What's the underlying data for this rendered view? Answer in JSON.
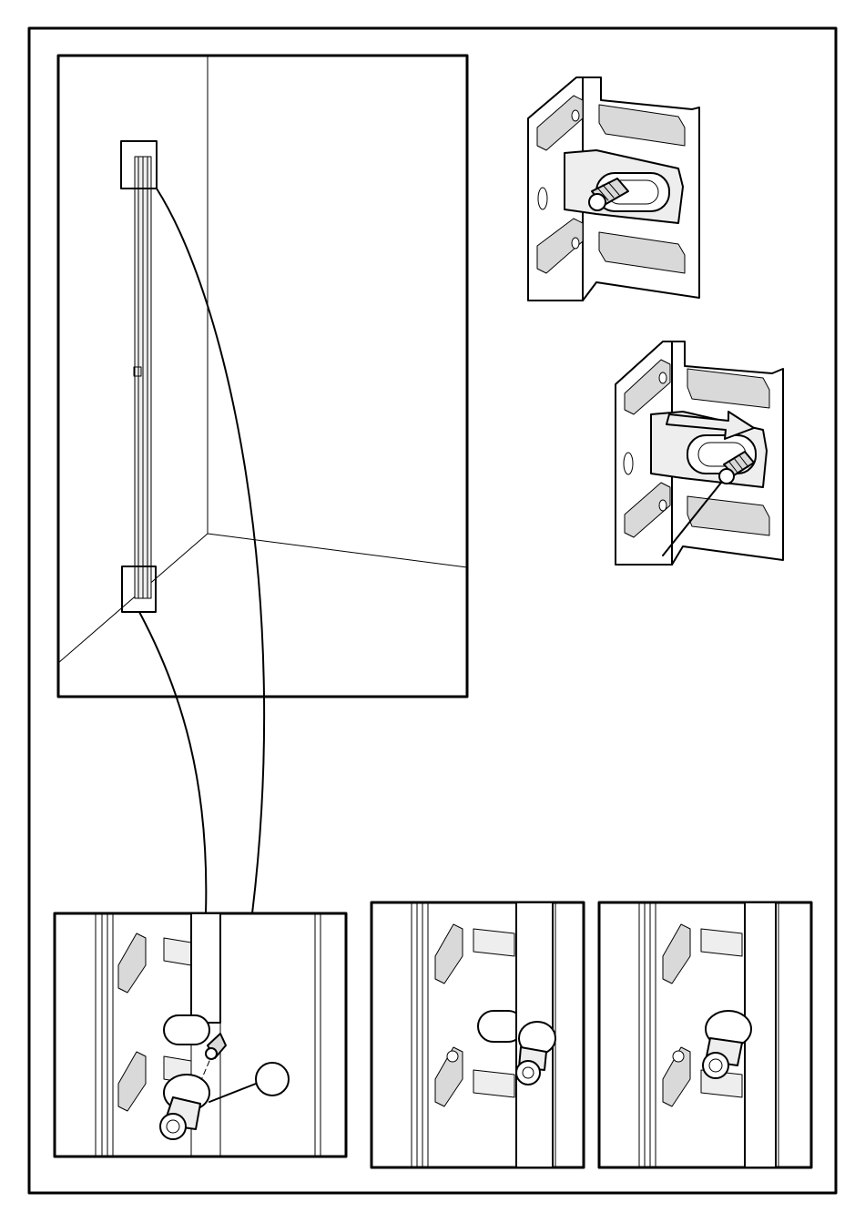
{
  "page": {
    "title": "",
    "step_number": ""
  },
  "colors": {
    "line": "#000000",
    "shade": "#d9d9d9",
    "paper": "#ffffff"
  },
  "panels": [
    {
      "id": "room-overview",
      "depicts": "wall-rail-in-room-corner"
    },
    {
      "id": "bracket-screw-loose",
      "depicts": "wall-bracket-with-screw"
    },
    {
      "id": "bracket-screw-slide",
      "depicts": "wall-bracket-screw-slide-arrow"
    },
    {
      "id": "detail-insert",
      "depicts": "rail-insert-onto-screw"
    },
    {
      "id": "detail-seated",
      "depicts": "rail-seated-on-bracket"
    },
    {
      "id": "detail-locked",
      "depicts": "rail-locked-on-bracket"
    }
  ],
  "callout": {
    "label": ""
  }
}
